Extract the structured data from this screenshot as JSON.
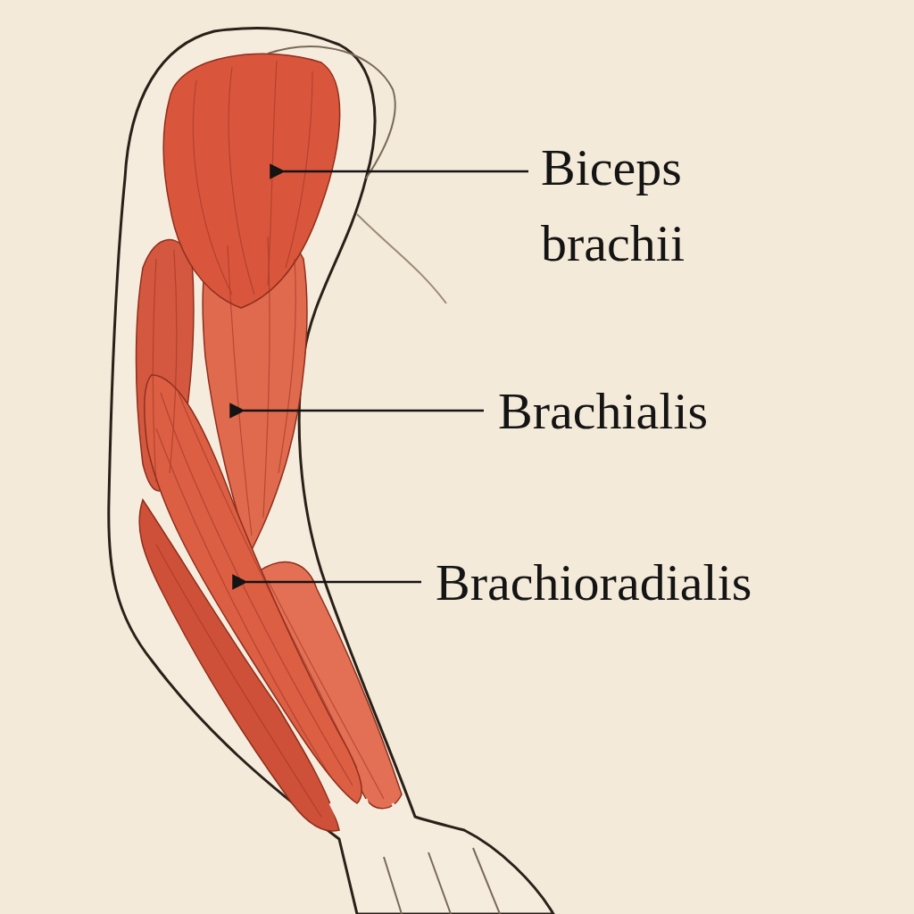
{
  "diagram": {
    "labels": [
      "Biceps brachii",
      "Brachialis",
      "Brachioradialis"
    ]
  }
}
